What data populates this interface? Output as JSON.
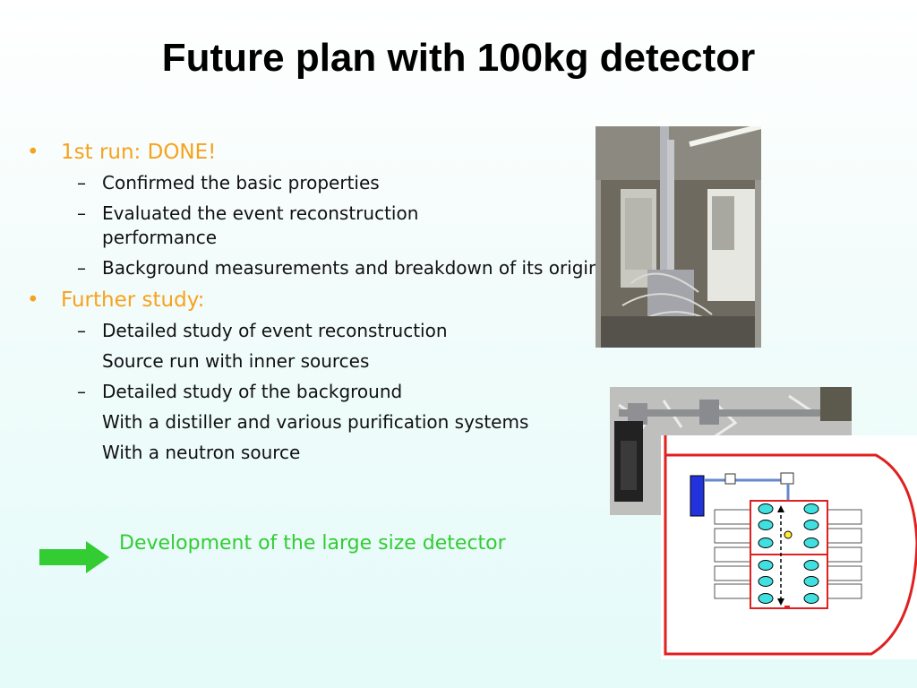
{
  "slide": {
    "title": "Future plan with 100kg detector",
    "bullets": [
      {
        "text": "1st run:  DONE!",
        "subitems": [
          "Confirmed the basic properties",
          "Evaluated the event reconstruction performance",
          "Background measurements and breakdown of its origin"
        ]
      },
      {
        "text": "Further study:",
        "subitems": [
          "Detailed study of event reconstruction",
          "Source run with inner sources",
          "Detailed study of the background",
          "With a distiller and various purification systems",
          "With a neutron source"
        ]
      }
    ],
    "conclusion": "Development of the large size detector",
    "colors": {
      "bullet_text": "#f7a21c",
      "conclusion_text": "#33cc33",
      "arrow": "#33cc33",
      "diagram_outline": "#e02020",
      "diagram_pmt": "#40e0e0",
      "diagram_pump": "#2233dd"
    }
  }
}
